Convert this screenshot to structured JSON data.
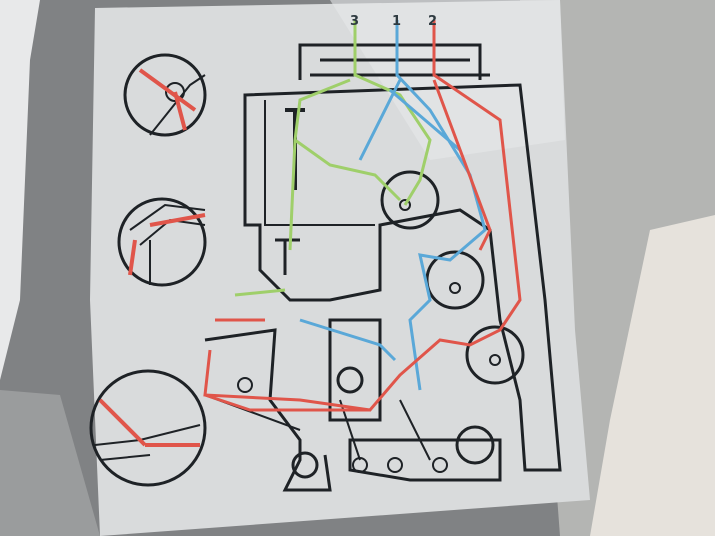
{
  "diagram": {
    "thread_labels": [
      {
        "label": "3",
        "color": "#9fcf6a"
      },
      {
        "label": "1",
        "color": "#5aa8d8"
      },
      {
        "label": "2",
        "color": "#e0554a"
      }
    ],
    "colors": {
      "sticker": "#d9dbdc",
      "ink": "#1e2226",
      "green_thread": "#9fcf6a",
      "blue_thread": "#5aa8d8",
      "red_thread": "#e0554a"
    }
  }
}
